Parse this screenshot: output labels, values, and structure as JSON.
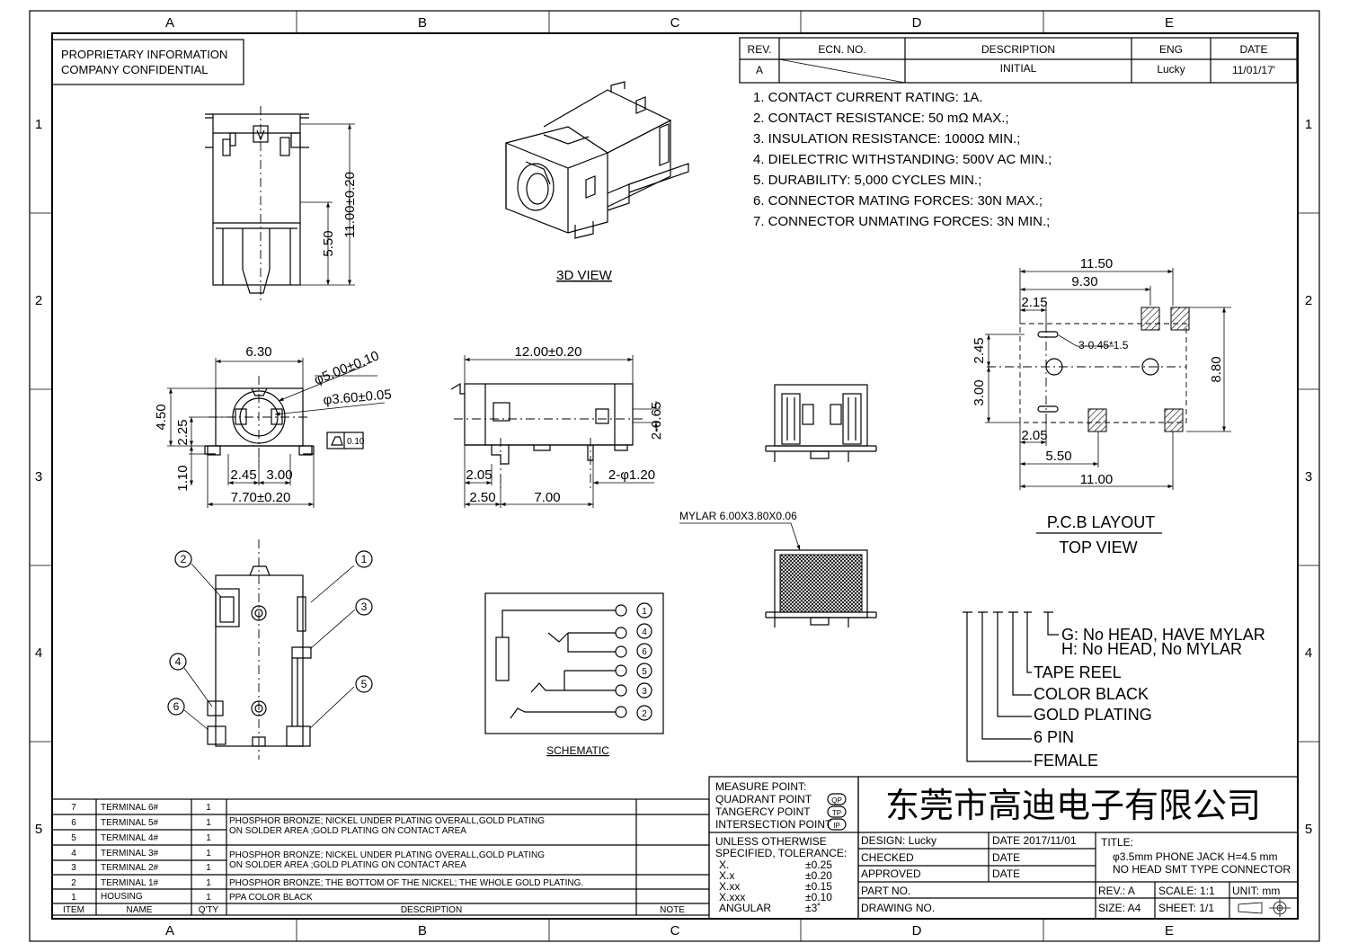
{
  "grid": {
    "columns": [
      "A",
      "B",
      "C",
      "D",
      "E"
    ],
    "rows": [
      "1",
      "2",
      "3",
      "4",
      "5"
    ]
  },
  "header": {
    "proprietary_line1": "PROPRIETARY INFORMATION",
    "proprietary_line2": "COMPANY CONFIDENTIAL"
  },
  "revision_table": {
    "headers": [
      "REV.",
      "ECN. NO.",
      "DESCRIPTION",
      "ENG",
      "DATE"
    ],
    "row": {
      "rev": "A",
      "ecn": "",
      "description": "INITIAL",
      "eng": "Lucky",
      "date": "11/01/17'"
    }
  },
  "notes": [
    "1.  CONTACT  CURRENT  RATING:  1A.",
    "2.  CONTACT  RESISTANCE:  50  mΩ  MAX.;",
    "3.  INSULATION  RESISTANCE:  1000Ω  MIN.;",
    "4.  DIELECTRIC  WITHSTANDING:  500V  AC  MIN.;",
    "5.  DURABILITY:  5,000  CYCLES  MIN.;",
    "6.  CONNECTOR  MATING  FORCES:  30N    MAX.;",
    "7.  CONNECTOR  UNMATING  FORCES:  3N  MIN.;"
  ],
  "views": {
    "view_3d": "3D VIEW",
    "schematic": "SCHEMATIC",
    "pcb_line1": "P.C.B LAYOUT",
    "pcb_line2": "TOP VIEW",
    "mylar": "MYLAR 6.00X3.80X0.06"
  },
  "dimensions": {
    "side_height": "11.00±0.20",
    "side_half": "5.50",
    "front_width": "6.30",
    "front_height": "4.50",
    "front_center": "2.25",
    "front_bottom": "1.10",
    "front_d1": "2.45",
    "front_d2": "3.00",
    "front_total": "7.70±0.20",
    "dia_outer": "φ5.00±0.10",
    "dia_inner": "φ3.60±0.05",
    "flatness": "0.10",
    "top_length": "12.00±0.20",
    "top_pin": "2-0.65",
    "top_a": "2.05",
    "top_hole": "2-φ1.20",
    "top_b": "2.50",
    "top_c": "7.00",
    "pcb_11_50": "11.50",
    "pcb_9_30": "9.30",
    "pcb_2_15": "2.15",
    "pcb_2_45": "2.45",
    "pcb_3_00": "3.00",
    "pcb_8_80": "8.80",
    "pcb_slot": "3-0.45*1.5",
    "pcb_2_05": "2.05",
    "pcb_5_50": "5.50",
    "pcb_11_00": "11.00"
  },
  "callouts": [
    "1",
    "2",
    "3",
    "4",
    "5",
    "6"
  ],
  "schematic_pins": [
    "1",
    "4",
    "6",
    "5",
    "3",
    "2"
  ],
  "ordering": {
    "g": "G: No HEAD, HAVE MYLAR",
    "h": "H: No HEAD, No MYLAR",
    "tape": "TAPE REEL",
    "color": "COLOR BLACK",
    "plating": "GOLD PLATING",
    "pin": "6 PIN",
    "female": "FEMALE"
  },
  "bom": {
    "rows": [
      {
        "item": "7",
        "name": "TERMINAL 6#",
        "qty": "1"
      },
      {
        "item": "6",
        "name": "TERMINAL 5#",
        "qty": "1"
      },
      {
        "item": "5",
        "name": "TERMINAL 4#",
        "qty": "1"
      },
      {
        "item": "4",
        "name": "TERMINAL 3#",
        "qty": "1"
      },
      {
        "item": "3",
        "name": "TERMINAL 2#",
        "qty": "1"
      },
      {
        "item": "2",
        "name": "TERMINAL 1#",
        "qty": "1"
      },
      {
        "item": "1",
        "name": "HOUSING",
        "qty": "1"
      }
    ],
    "desc_a1": "PHOSPHOR BRONZE; NICKEL UNDER PLATING OVERALL,GOLD PLATING",
    "desc_a2": "ON SOLDER AREA ;GOLD PLATING ON CONTACT AREA",
    "desc_b1": "PHOSPHOR BRONZE; NICKEL UNDER PLATING OVERALL,GOLD PLATING",
    "desc_b2": "ON SOLDER AREA ;GOLD PLATING ON CONTACT AREA",
    "desc_c": "PHOSPHOR BRONZE; THE BOTTOM OF THE NICKEL; THE WHOLE GOLD PLATING.",
    "desc_d": "PPA   COLOR  BLACK",
    "headers": {
      "item": "ITEM",
      "name": "NAME",
      "qty": "Q'TY",
      "desc": "DESCRIPTION",
      "note": "NOTE"
    }
  },
  "measure": {
    "title": "MEASURE  POINT:",
    "quad": "QUADRANT  POINT",
    "quad_tag": "QP",
    "tan": "TANGERCY  POINT",
    "tan_tag": "TP",
    "inter": "INTERSECTION  POINT",
    "inter_tag": "IP",
    "tol1": "UNLESS  OTHERWISE",
    "tol2": "SPECIFIED,  TOLERANCE:",
    "tols": [
      {
        "k": "X.",
        "v": "±0.25"
      },
      {
        "k": "X.x",
        "v": "±0.20"
      },
      {
        "k": "X.xx",
        "v": "±0.15"
      },
      {
        "k": "X.xxx",
        "v": "±0.10"
      },
      {
        "k": "ANGULAR",
        "v": "±3˚"
      }
    ]
  },
  "title_block": {
    "company": "东莞市高迪电子有限公司",
    "design": "DESIGN:  Lucky",
    "date1": "DATE  2017/11/01",
    "checked": "CHECKED",
    "date2": "DATE",
    "approved": "APPROVED",
    "date3": "DATE",
    "title_label": "TITLE:",
    "title_1": "φ3.5mm  PHONE  JACK  H=4.5  mm",
    "title_2": "NO  HEAD  SMT  TYPE  CONNECTOR",
    "part_no": "PART  NO.",
    "rev": "REV.:   A",
    "scale": "SCALE:   1:1",
    "unit": "UNIT:    mm",
    "drawing_no": "DRAWING  NO.",
    "size": "SIZE:   A4",
    "sheet": "SHEET:   1/1"
  }
}
